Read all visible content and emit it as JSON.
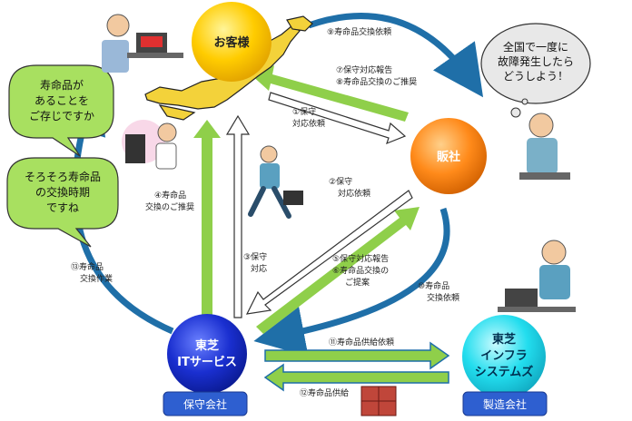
{
  "nodes": {
    "customer": "お客様",
    "dealer": "販社",
    "itservice": [
      "東芝",
      "ITサービス"
    ],
    "infra": [
      "東芝",
      "インフラ",
      "システムズ"
    ]
  },
  "tags": {
    "maintenance": "保守会社",
    "manufacturer": "製造会社"
  },
  "bubbles": {
    "left_top": [
      "寿命品が",
      "あることを",
      "ご存じですか"
    ],
    "left_bottom": [
      "そろそろ寿命品",
      "の交換時期",
      "ですね"
    ],
    "thought": [
      "全国で一度に",
      "故障発生したら",
      "どうしよう！"
    ]
  },
  "flows": {
    "f1": [
      "①保守",
      "対応依頼"
    ],
    "f2": [
      "②保守",
      "対応依頼"
    ],
    "f3": [
      "③保守",
      "対応"
    ],
    "f4": [
      "④寿命品",
      "交換のご推奨"
    ],
    "f5": [
      "⑤保守対応報告",
      "⑥寿命品交換の",
      "ご提案"
    ],
    "f7": [
      "⑦保守対応報告",
      "⑧寿命品交換のご推奨"
    ],
    "f9": "⑨寿命品交換依頼",
    "f10": [
      "⑩寿命品",
      "交換依頼"
    ],
    "f11": "⑪寿命品供給依頼",
    "f12": "⑫寿命品供給",
    "f13": [
      "⑬寿命品",
      "交換作業"
    ]
  },
  "colors": {
    "customer_orb": "#ffcc00",
    "dealer_orb": "#ff8a1a",
    "itservice_orb": "#1a2fd0",
    "infra_orb": "#22ddee",
    "green_arrow": "#8fcf4a",
    "blue_arrow": "#1f6fa8",
    "tag_bg": "#2e5fd0",
    "bubble_bg": "#a8e060"
  },
  "icons": [
    "person-laptop-icon",
    "person-desk-icon",
    "runner-briefcase-icon",
    "worried-person-icon",
    "phone-person-icon",
    "parcel-box-icon",
    "japan-map-icon"
  ]
}
